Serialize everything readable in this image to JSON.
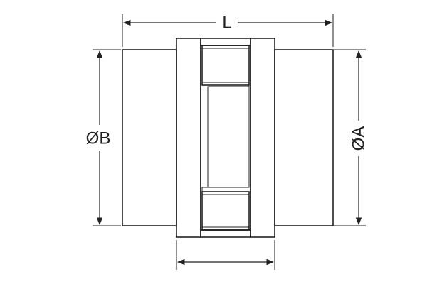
{
  "labels": {
    "length": "L",
    "outer_diameter": "ØA",
    "bore_diameter": "ØB"
  },
  "colors": {
    "line": "#222222",
    "hatch": "#444444",
    "background": "#ffffff"
  }
}
